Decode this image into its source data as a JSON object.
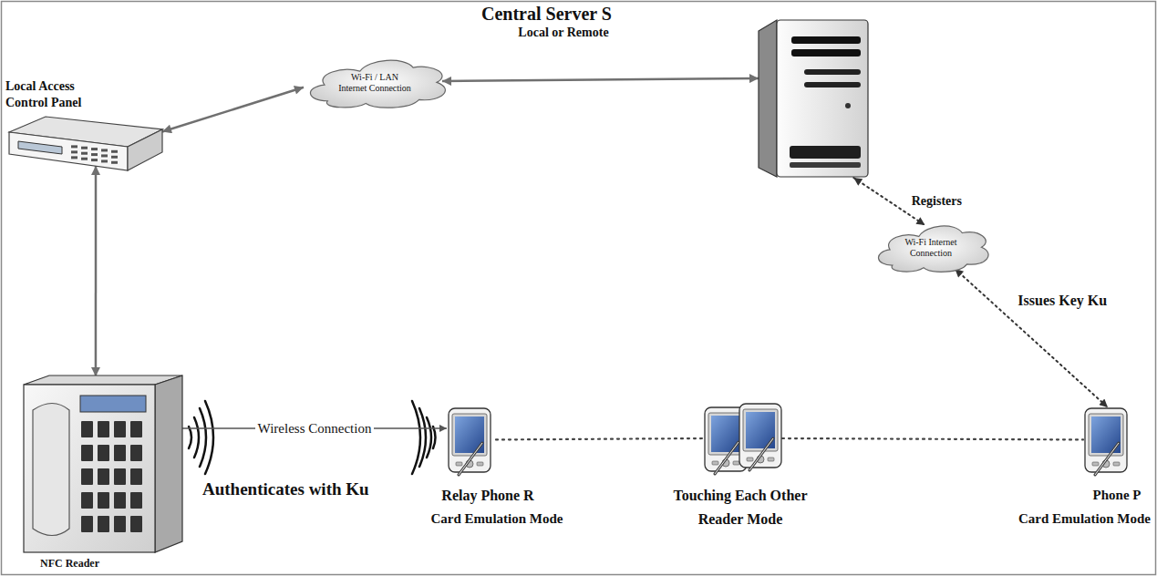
{
  "diagram": {
    "nodes": [
      {
        "text": [
          "Local Access Control Panel"
        ]
      },
      {
        "text": [
          "Wi-Fi / LAN Internet Connection"
        ]
      },
      {
        "text": [
          "Central Server S",
          "Local or Remote"
        ]
      },
      {
        "text": [
          "Wi-Fi Internet Connection"
        ]
      },
      {
        "text": [
          "NFC Reader"
        ]
      },
      {
        "text": [
          "Relay Phone R",
          "Card Emulation Mode"
        ]
      },
      {
        "text": [
          "Touching Each Other",
          "Reader Mode"
        ]
      },
      {
        "text": [
          "Phone P",
          "Card Emulation Mode"
        ]
      }
    ],
    "edges": [
      {
        "from": 0,
        "to": 1,
        "arrow": "both"
      },
      {
        "from": 1,
        "to": 2,
        "arrow": "both"
      },
      {
        "from": 0,
        "to": 4,
        "arrow": "both"
      },
      {
        "from": 2,
        "to": 3,
        "arrow": "both",
        "label": "Registers"
      },
      {
        "from": 3,
        "to": 7,
        "arrow": "both",
        "label": "Issues Key Ku"
      },
      {
        "from": 4,
        "to": 5,
        "arrow": "to",
        "label": "Wireless Connection"
      },
      {
        "from": 5,
        "to": 6,
        "arrow": "none"
      },
      {
        "from": 6,
        "to": 7,
        "arrow": "none"
      }
    ],
    "labels": [
      "Authenticates with Ku"
    ]
  }
}
